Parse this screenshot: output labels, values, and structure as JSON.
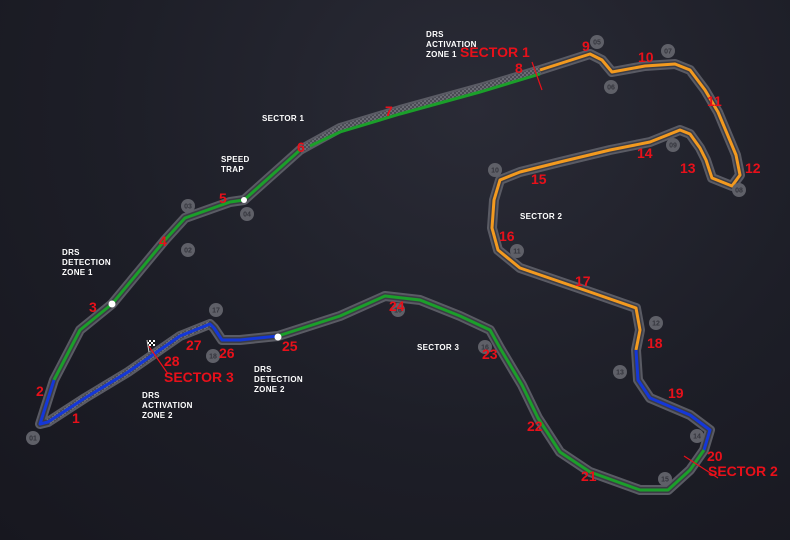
{
  "colors": {
    "background": "#1d1e27",
    "track_outer": "#55565f",
    "track_inner": "#3a3b44",
    "sector1": "#1b9f2a",
    "sector2": "#f39a1f",
    "sector3_drs": "#1437d8",
    "sector3": "#1b9f2a",
    "turn_number": "#e8101a",
    "marker": "#ffffff"
  },
  "turns": [
    "1",
    "2",
    "3",
    "4",
    "5",
    "6",
    "7",
    "8",
    "9",
    "10",
    "11",
    "12",
    "13",
    "14",
    "15",
    "16",
    "17",
    "18",
    "19",
    "20",
    "21",
    "22",
    "23",
    "24",
    "25",
    "26",
    "27",
    "28"
  ],
  "corners": [
    "01",
    "02",
    "03",
    "04",
    "05",
    "06",
    "07",
    "08",
    "09",
    "10",
    "11",
    "12",
    "13",
    "14",
    "15",
    "16",
    "17",
    "18"
  ],
  "sector_lines": {
    "sector1": "SECTOR 1",
    "sector2": "SECTOR 2",
    "sector3": "SECTOR 3"
  },
  "labels": {
    "sector1": "SECTOR 1",
    "sector2": "SECTOR 2",
    "sector3": "SECTOR 3",
    "speed_trap_line1": "SPEED",
    "speed_trap_line2": "TRAP",
    "drs_detection1_line1": "DRS",
    "drs_detection1_line2": "DETECTION",
    "drs_detection1_line3": "ZONE 1",
    "drs_activation1_line1": "DRS",
    "drs_activation1_line2": "ACTIVATION",
    "drs_activation1_line3": "ZONE 1",
    "drs_detection2_line1": "DRS",
    "drs_detection2_line2": "DETECTION",
    "drs_detection2_line3": "ZONE 2",
    "drs_activation2_line1": "DRS",
    "drs_activation2_line2": "ACTIVATION",
    "drs_activation2_line3": "ZONE 2"
  }
}
